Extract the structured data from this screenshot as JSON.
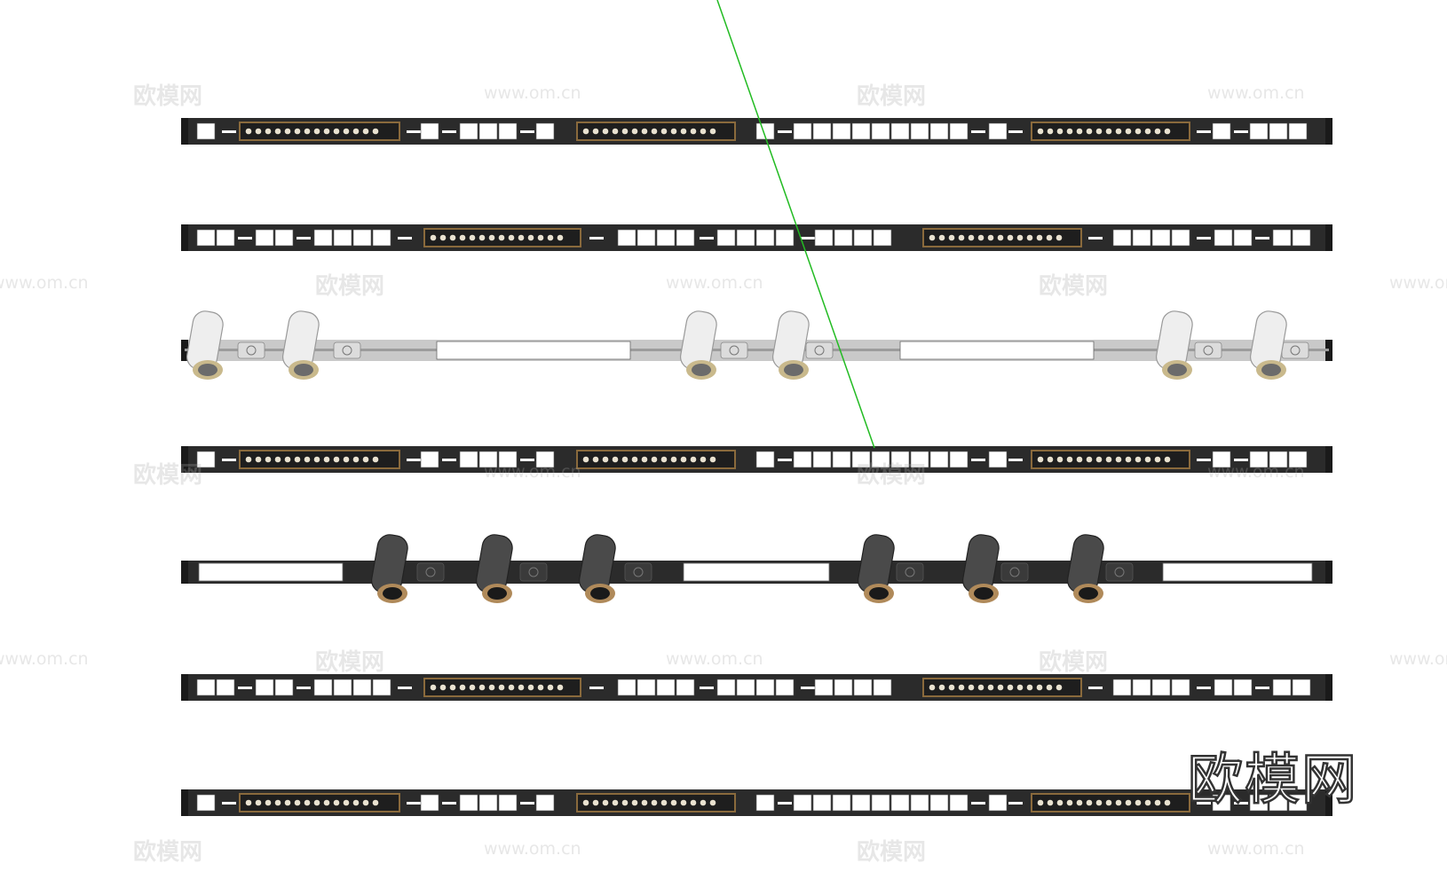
{
  "watermark": {
    "brand": "欧模网",
    "url": "www.om.cn"
  },
  "logo": {
    "text": "欧模网"
  },
  "colors": {
    "rail_dark": "#2b2b2b",
    "rail_light": "#c9c9c9",
    "module_white": "#ffffff",
    "led_dot": "#e9e2d0",
    "led_frame": "#8a6a3c",
    "spot_white": "#eeeeee",
    "spot_dark": "#4a4a4a",
    "guide_line": "#22bb22"
  },
  "rails": [
    {
      "id": "rail-1",
      "style": "dark-grille"
    },
    {
      "id": "rail-2",
      "style": "dark-grille-alt"
    },
    {
      "id": "rail-3",
      "style": "white-spotlights"
    },
    {
      "id": "rail-4",
      "style": "dark-grille"
    },
    {
      "id": "rail-5",
      "style": "dark-spotlights"
    },
    {
      "id": "rail-6",
      "style": "dark-grille-alt"
    },
    {
      "id": "rail-7",
      "style": "dark-grille"
    }
  ]
}
